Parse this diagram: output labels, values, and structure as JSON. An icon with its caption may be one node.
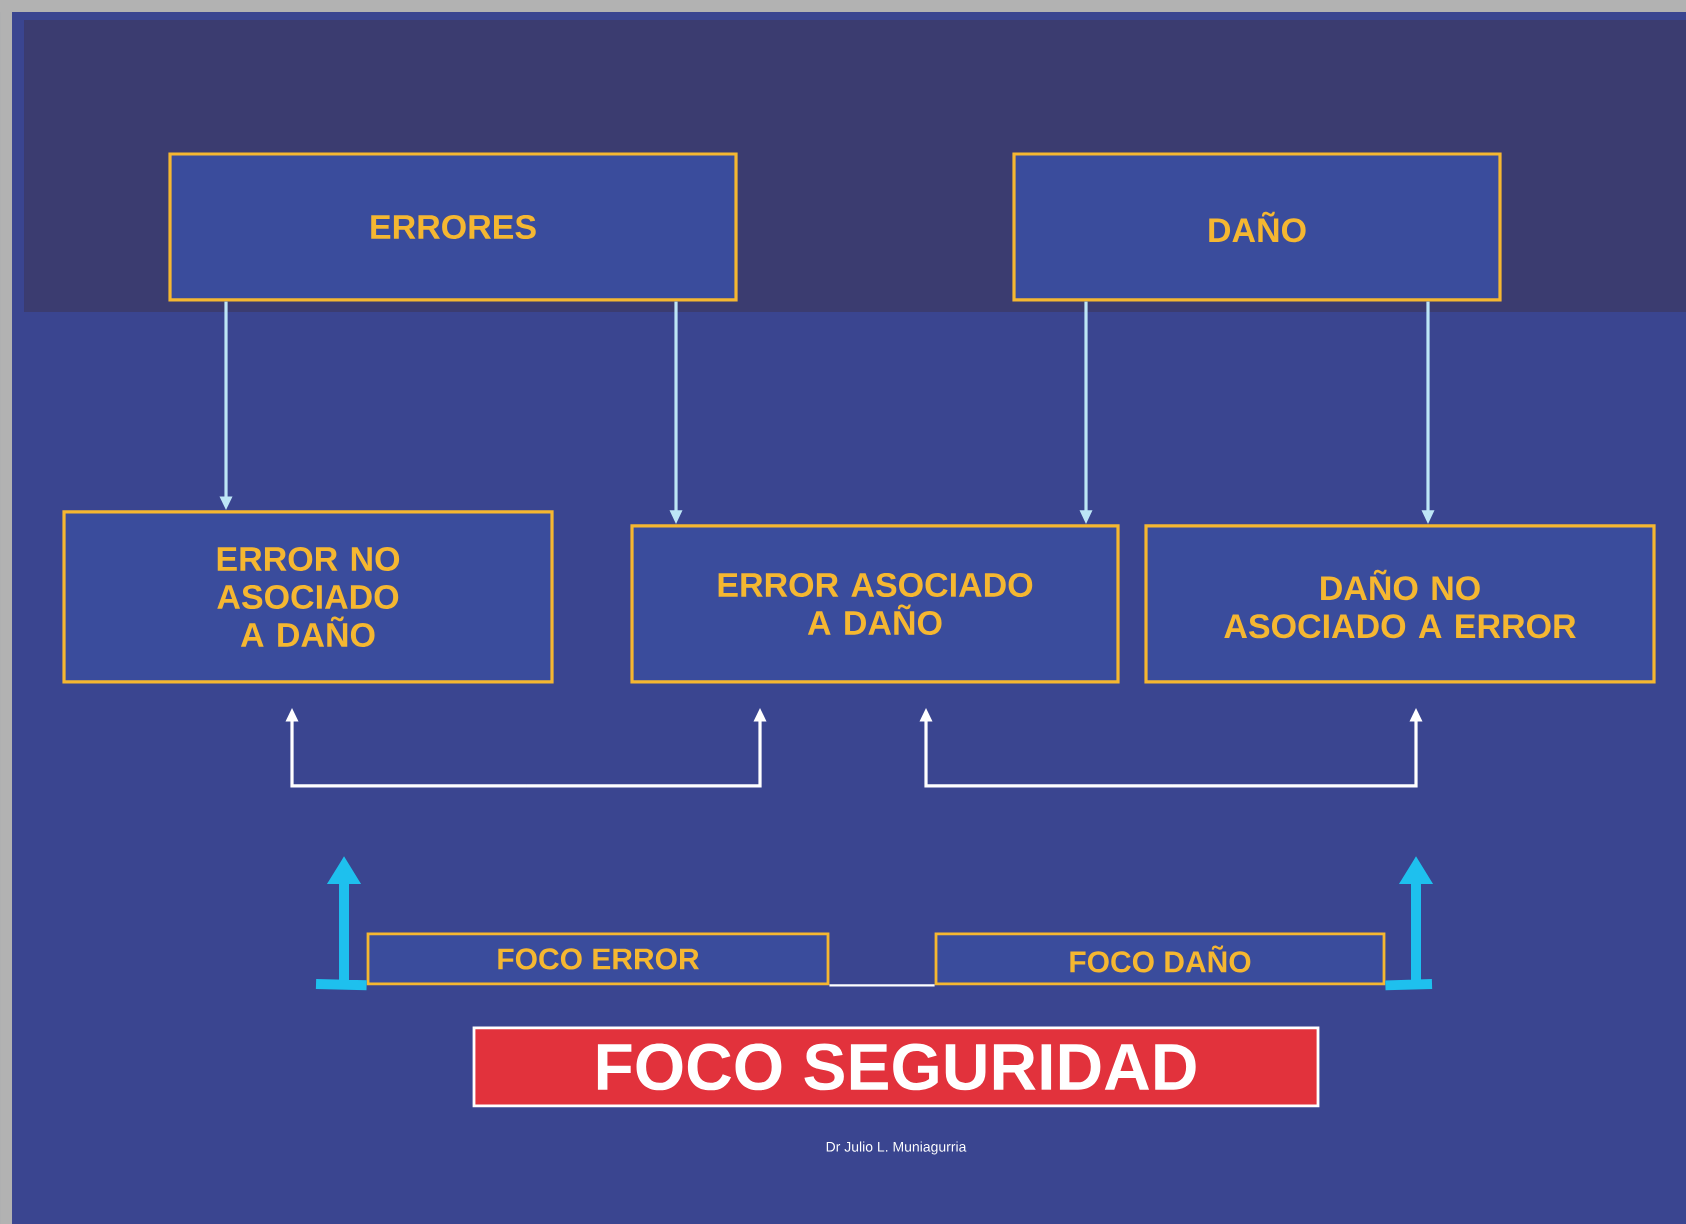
{
  "diagram": {
    "nodes": [
      {
        "text": [
          "ERRORES"
        ]
      },
      {
        "text": [
          "DAÑO"
        ]
      },
      {
        "text": [
          "ERROR NO ASOCIADO A DAÑO"
        ]
      },
      {
        "text": [
          "ERROR ASOCIADO A DAÑO"
        ]
      },
      {
        "text": [
          "DAÑO NO ASOCIADO A ERROR"
        ]
      },
      {
        "text": [
          "FOCO ERROR"
        ]
      },
      {
        "text": [
          "FOCO DAÑO"
        ]
      },
      {
        "text": [
          "FOCO SEGURIDAD"
        ]
      }
    ],
    "edges": [
      {
        "from": 0,
        "to": 2,
        "arrow": "to"
      },
      {
        "from": 0,
        "to": 3,
        "arrow": "to"
      },
      {
        "from": 1,
        "to": 3,
        "arrow": "to"
      },
      {
        "from": 1,
        "to": 4,
        "arrow": "to"
      },
      {
        "from": 5,
        "to": 6,
        "arrow": "none"
      },
      {
        "from": 5,
        "to": null,
        "arrow": "to",
        "style": "thick",
        "color": "#1ec0ee"
      },
      {
        "from": 6,
        "to": null,
        "arrow": "to",
        "style": "thick",
        "color": "#1ec0ee"
      },
      {
        "from": null,
        "to": 2,
        "arrow": "to"
      },
      {
        "from": null,
        "to": 3,
        "arrow": "to"
      },
      {
        "from": null,
        "to": 3,
        "arrow": "to"
      },
      {
        "from": null,
        "to": 4,
        "arrow": "to"
      }
    ],
    "labels": [
      "Dr Julio L. Muniagurria"
    ]
  }
}
